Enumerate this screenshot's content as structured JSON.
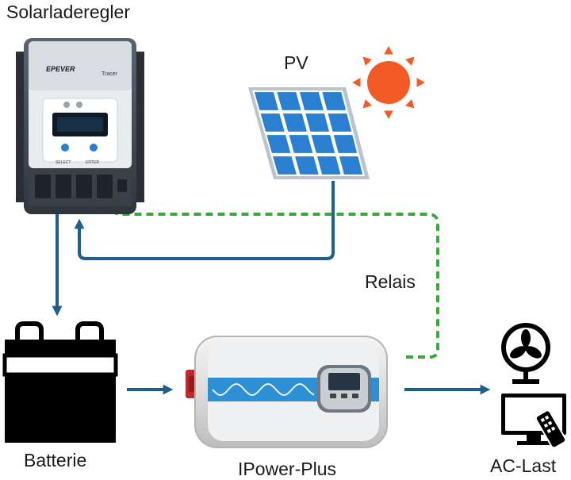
{
  "labels": {
    "controller": "Solarladeregler",
    "pv": "PV",
    "relay": "Relais",
    "battery": "Batterie",
    "inverter": "IPower-Plus",
    "load": "AC-Last"
  },
  "controller_text": {
    "brand": "EPEVER",
    "model": "Tracer",
    "button_left": "SELECT",
    "button_right": "ENTER"
  },
  "colors": {
    "wire_blue": "#1e5f8c",
    "relay_green": "#3aa83a",
    "sun": "#f15a24",
    "panel_blue": "#2a7fd0",
    "inverter_stripe": "#2f8fd4"
  },
  "icons": [
    "sun-icon",
    "solar-panel-icon",
    "battery-icon",
    "fan-icon",
    "monitor-icon",
    "remote-control-icon"
  ]
}
